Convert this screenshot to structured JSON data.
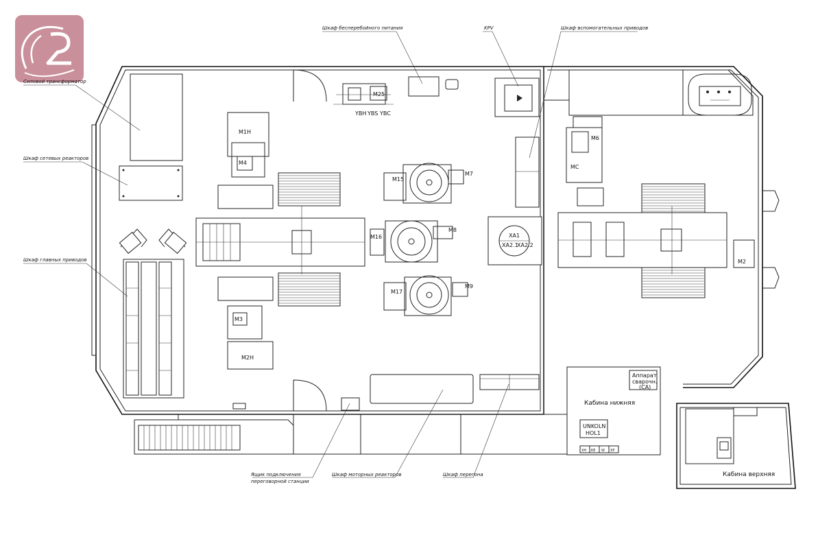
{
  "logo": {
    "brand_color": "#c98f9a",
    "icon": "rail-logo-icon"
  },
  "labels": {
    "traction_transformer": "Силовой трансформатор",
    "line_reactors": "Шкаф сетевых реакторов",
    "main_drives": "Шкаф главных приводов",
    "ups_cabinet": "Шкаф бесперебойного питания",
    "kpv": "KPV",
    "aux_drives": "Шкаф вспомогательных приводов",
    "junction_box_1": "Ящик подключения",
    "junction_box_2": "переговорной станции",
    "motor_reactors": "Шкаф моторных реакторов",
    "transfer_cabinet": "Шкаф перегона"
  },
  "components": {
    "m1h": "M1H",
    "m4": "M4",
    "m2h": "M2H",
    "m3": "M3",
    "m15": "M15",
    "m16": "M16",
    "m17": "M17",
    "m7": "M7",
    "m8": "M8",
    "m9": "M9",
    "m6": "M6",
    "mc": "MC",
    "m2": "M2",
    "m25": "M25",
    "ybh": "YBH",
    "ybs": "YBS",
    "ybc": "YBC",
    "xa1": "XA1",
    "xa2_1": "XA2.1",
    "xa2_2": "XA2.2"
  },
  "cabins": {
    "lower": "Кабина нижняя",
    "upper": "Кабина верхняя",
    "welder_1": "Аппарат",
    "welder_2": "сварочн.",
    "welder_3": "(СА)",
    "unkoln_1": "UNKOLN",
    "unkoln_2": "HOL1",
    "panel_buttons": [
      "XH",
      "KE",
      "W",
      "XP"
    ]
  }
}
